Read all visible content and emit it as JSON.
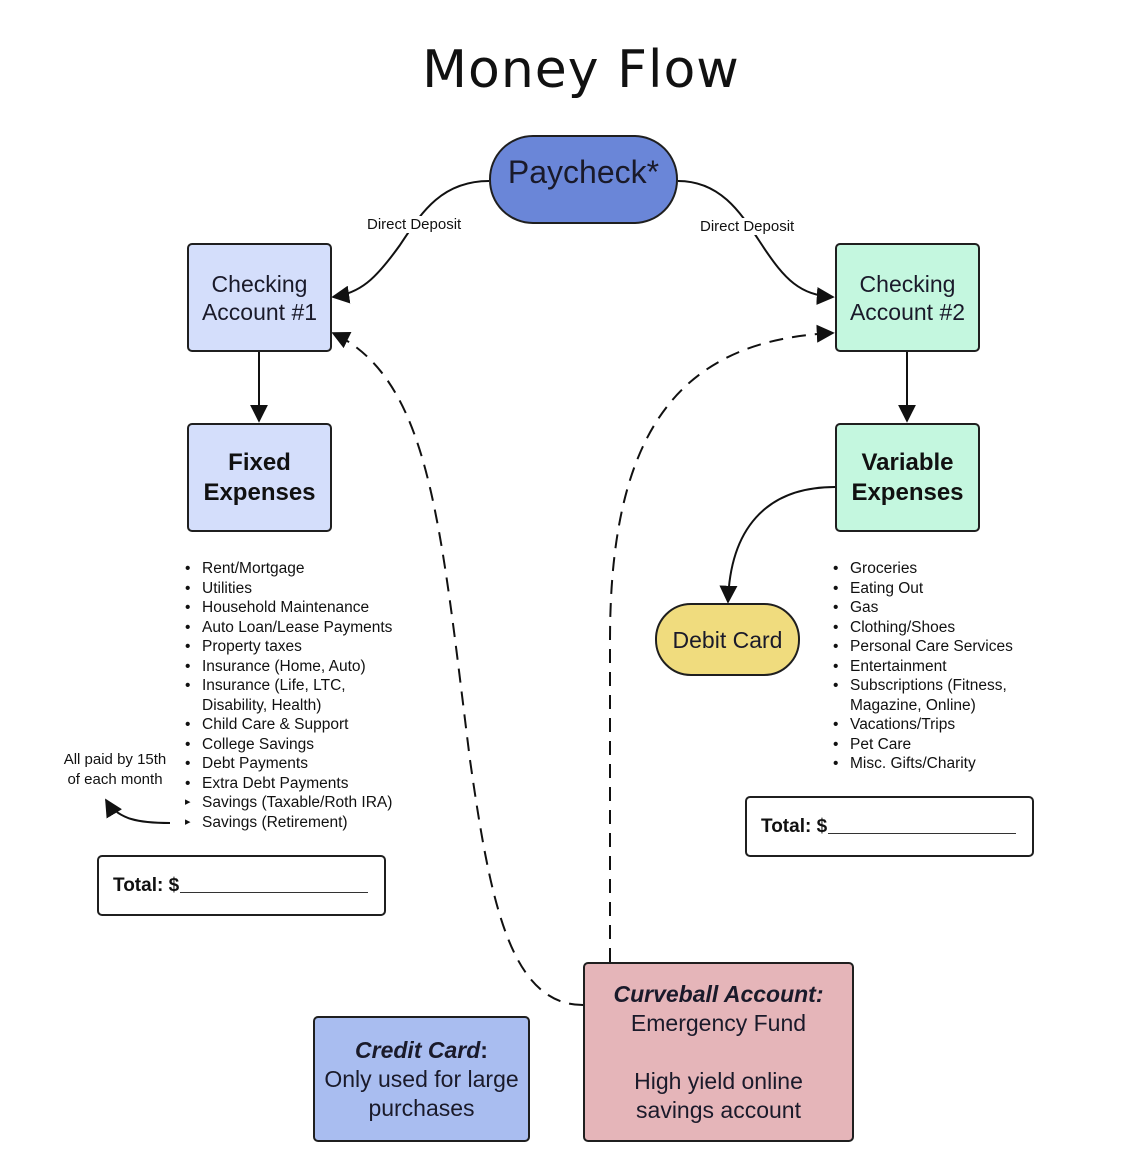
{
  "title": "Money Flow",
  "colors": {
    "paycheck": "#6a86d8",
    "checking1": "#d4defb",
    "checking2": "#c4f7df",
    "debit": "#f0dc7e",
    "credit": "#a9bdf0",
    "curveball": "#e5b5b9",
    "line": "#111111"
  },
  "nodes": {
    "paycheck": "Paycheck*",
    "checking1": [
      "Checking",
      "Account #1"
    ],
    "checking2": [
      "Checking",
      "Account #2"
    ],
    "fixed": [
      "Fixed",
      "Expenses"
    ],
    "variable": [
      "Variable",
      "Expenses"
    ],
    "debit": "Debit Card",
    "credit": {
      "title": "Credit Card",
      "colon": ":",
      "line1": "Only used for large",
      "line2": "purchases"
    },
    "curveball": {
      "title": "Curveball Account:",
      "line1": "Emergency Fund",
      "line2": "High yield online",
      "line3": "savings account"
    }
  },
  "edges": {
    "left_label": "Direct Deposit",
    "right_label": "Direct Deposit"
  },
  "fixed_items": [
    {
      "text": "Rent/Mortgage",
      "bullet": "dot"
    },
    {
      "text": "Utilities",
      "bullet": "dot"
    },
    {
      "text": "Household Maintenance",
      "bullet": "dot"
    },
    {
      "text": "Auto Loan/Lease Payments",
      "bullet": "dot"
    },
    {
      "text": "Property taxes",
      "bullet": "dot"
    },
    {
      "text": "Insurance (Home, Auto)",
      "bullet": "dot"
    },
    {
      "text": "Insurance (Life, LTC,",
      "bullet": "dot"
    },
    {
      "text": "Disability, Health)",
      "bullet": "none"
    },
    {
      "text": "Child Care & Support",
      "bullet": "dot"
    },
    {
      "text": "College Savings",
      "bullet": "dot"
    },
    {
      "text": "Debt Payments",
      "bullet": "dot"
    },
    {
      "text": "Extra Debt Payments",
      "bullet": "dot"
    },
    {
      "text": "Savings (Taxable/Roth IRA)",
      "bullet": "triangle"
    },
    {
      "text": "Savings (Retirement)",
      "bullet": "triangle"
    }
  ],
  "variable_items": [
    {
      "text": "Groceries",
      "bullet": "dot"
    },
    {
      "text": "Eating Out",
      "bullet": "dot"
    },
    {
      "text": "Gas",
      "bullet": "dot"
    },
    {
      "text": "Clothing/Shoes",
      "bullet": "dot"
    },
    {
      "text": "Personal Care Services",
      "bullet": "dot"
    },
    {
      "text": "Entertainment",
      "bullet": "dot"
    },
    {
      "text": "Subscriptions (Fitness,",
      "bullet": "dot"
    },
    {
      "text": "Magazine, Online)",
      "bullet": "none"
    },
    {
      "text": "Vacations/Trips",
      "bullet": "dot"
    },
    {
      "text": "Pet Care",
      "bullet": "dot"
    },
    {
      "text": "Misc. Gifts/Charity",
      "bullet": "dot"
    }
  ],
  "note": [
    "All paid by 15th",
    "of each month"
  ],
  "totals": {
    "fixed_label": "Total: $",
    "variable_label": "Total: $"
  }
}
